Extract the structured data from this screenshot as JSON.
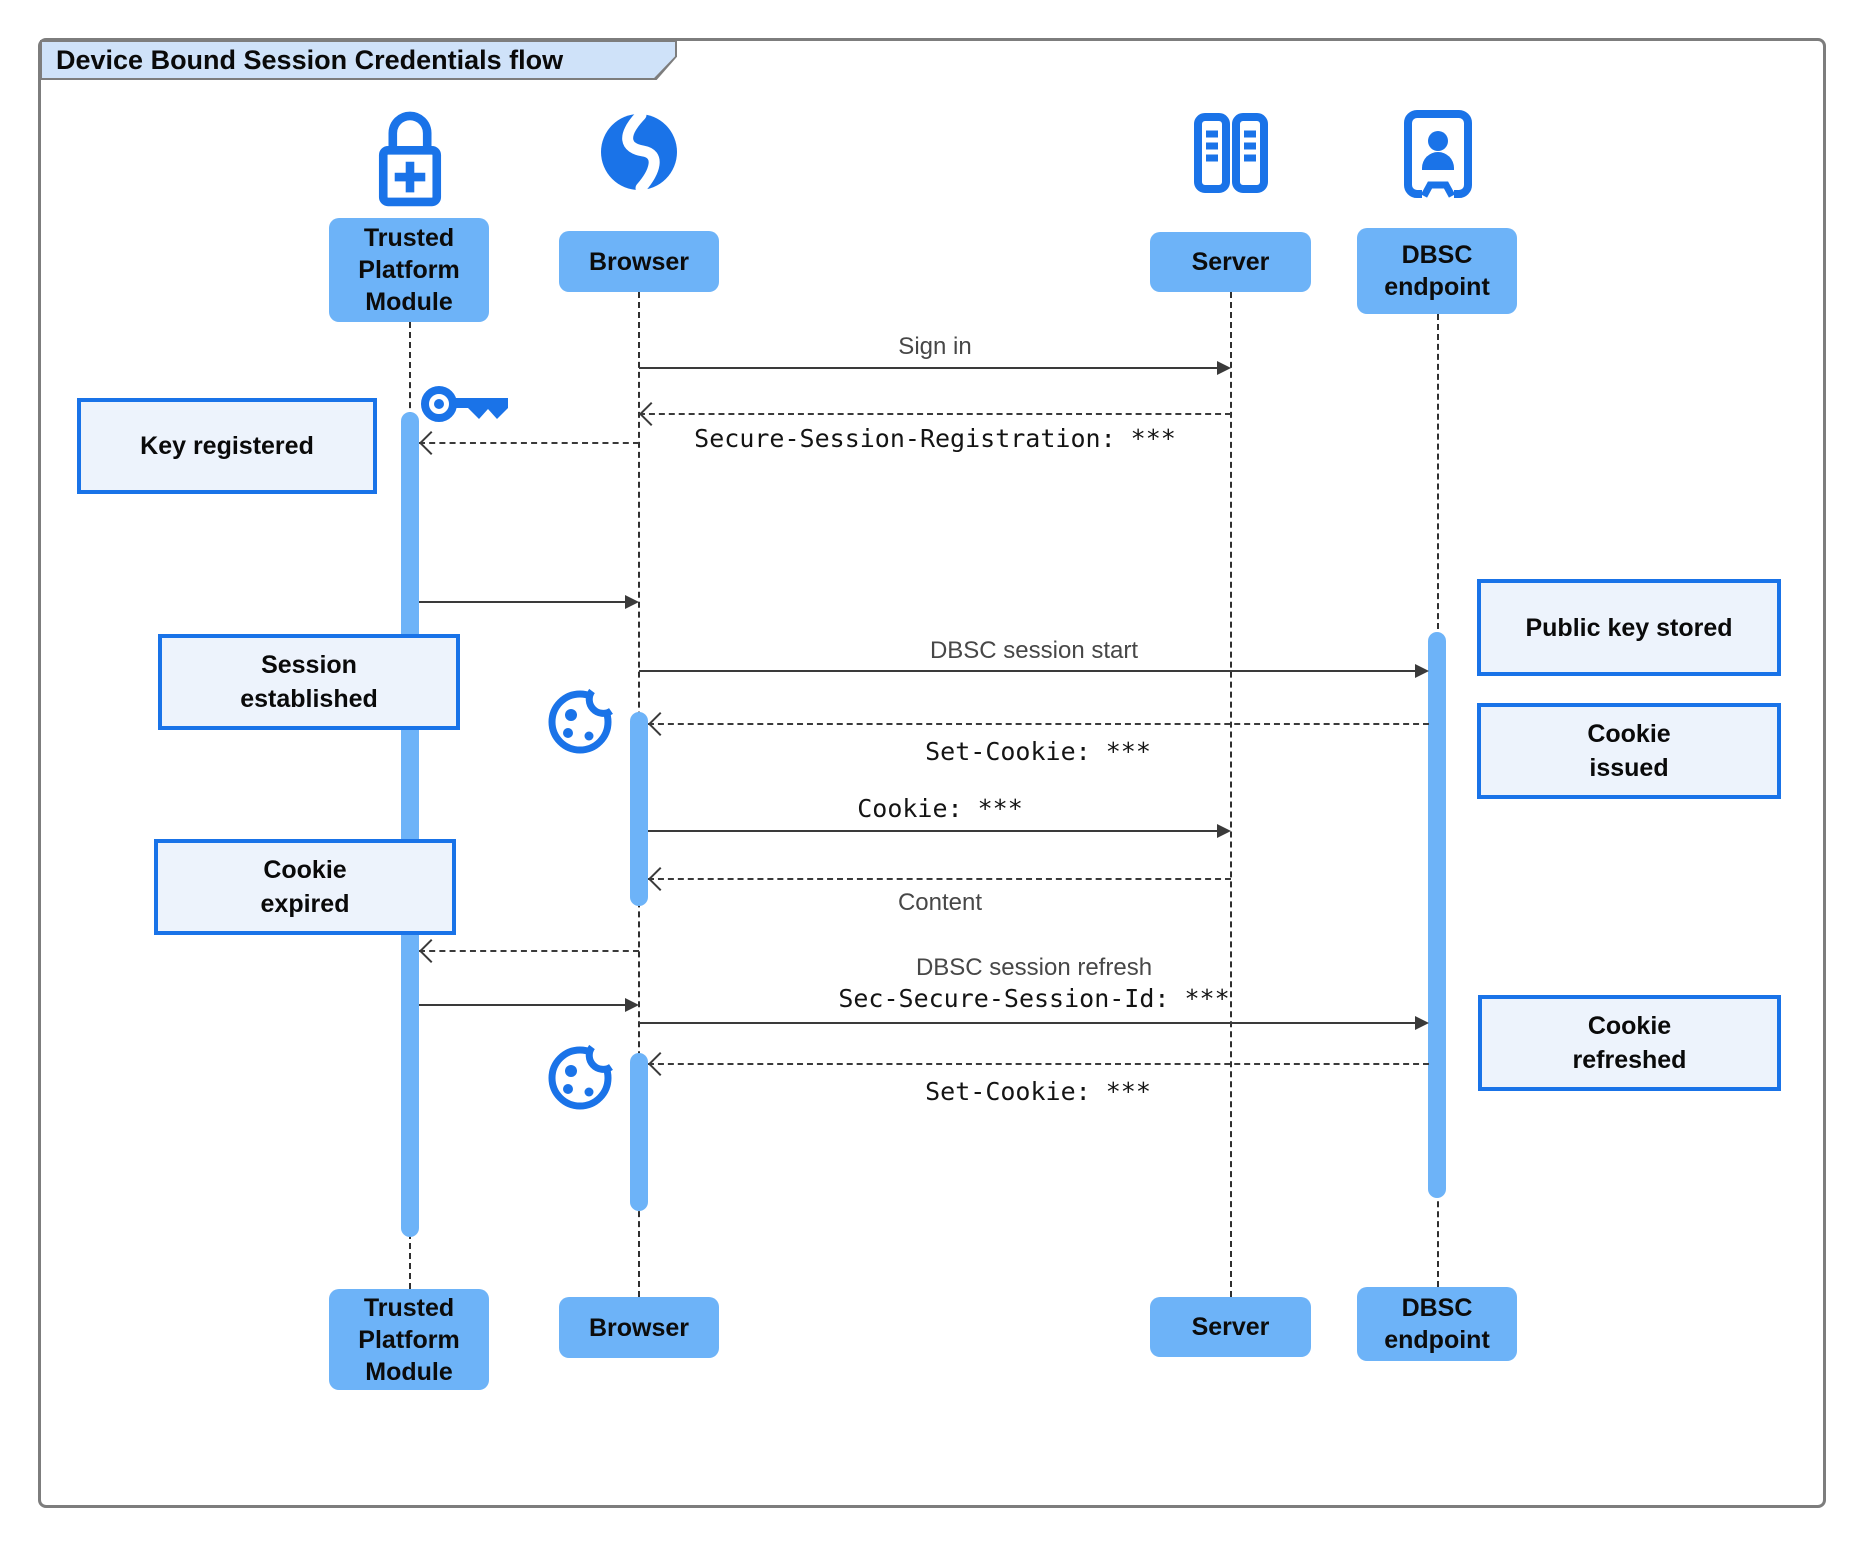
{
  "title": "Device Bound Session Credentials flow",
  "participants": {
    "tpm": {
      "label": "Trusted Platform Module",
      "icon": "lock-plus-icon"
    },
    "browser": {
      "label": "Browser",
      "icon": "globe-icon"
    },
    "server": {
      "label": "Server",
      "icon": "server-racks-icon"
    },
    "dbsc": {
      "label": "DBSC endpoint",
      "icon": "door-person-icon"
    }
  },
  "messages": {
    "sign_in": "Sign in",
    "secure_session_registration": "Secure-Session-Registration: ***",
    "dbsc_session_start": "DBSC session start",
    "set_cookie_1": "Set-Cookie: ***",
    "cookie": "Cookie: ***",
    "content": "Content",
    "dbsc_session_refresh": "DBSC session refresh",
    "sec_secure_session_id": "Sec-Secure-Session-Id: ***",
    "set_cookie_2": "Set-Cookie: ***"
  },
  "notes": {
    "key_registered": "Key registered",
    "session_established": "Session established",
    "cookie_expired": "Cookie expired",
    "public_key_stored": "Public key stored",
    "cookie_issued": "Cookie issued",
    "cookie_refreshed": "Cookie refreshed"
  },
  "colors": {
    "actor_fill": "#6db3f8",
    "icon_blue": "#1a73e8",
    "note_fill": "#edf3fc",
    "note_border": "#1973e8",
    "title_fill": "#cfe2f9",
    "frame_border": "#7d7d7d",
    "arrow": "#3a3a3a"
  }
}
